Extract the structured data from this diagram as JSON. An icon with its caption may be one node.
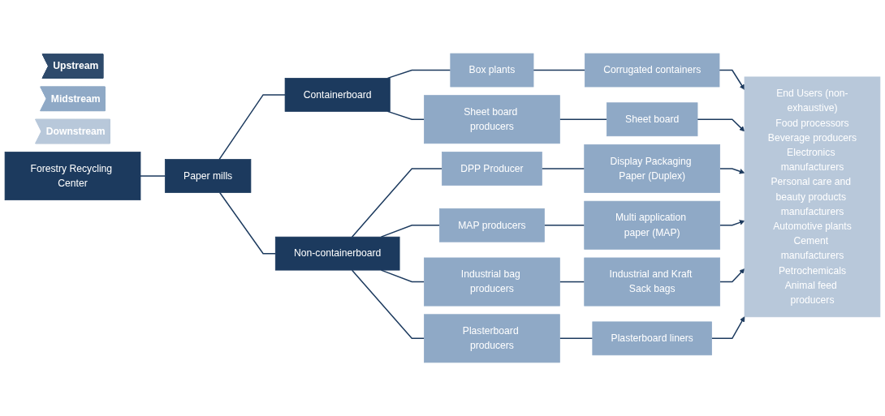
{
  "diagram": {
    "nodes": [
      {
        "text": [
          "Upstream"
        ]
      },
      {
        "text": [
          "Midstream"
        ]
      },
      {
        "text": [
          "Downstream"
        ]
      },
      {
        "text": [
          "Forestry Recycling Center"
        ]
      },
      {
        "text": [
          "Paper mills"
        ]
      },
      {
        "text": [
          "Containerboard"
        ]
      },
      {
        "text": [
          "Non-containerboard"
        ]
      },
      {
        "text": [
          "Box plants"
        ]
      },
      {
        "text": [
          "Sheet board producers"
        ]
      },
      {
        "text": [
          "DPP Producer"
        ]
      },
      {
        "text": [
          "MAP producers"
        ]
      },
      {
        "text": [
          "Industrial bag producers"
        ]
      },
      {
        "text": [
          "Plasterboard producers"
        ]
      },
      {
        "text": [
          "Corrugated containers"
        ]
      },
      {
        "text": [
          "Sheet board"
        ]
      },
      {
        "text": [
          "Display Packaging Paper (Duplex)"
        ]
      },
      {
        "text": [
          "Multi application paper (MAP)"
        ]
      },
      {
        "text": [
          "Industrial and Kraft Sack bags"
        ]
      },
      {
        "text": [
          "Plasterboard liners"
        ]
      },
      {
        "text": [
          "End Users (non-exhaustive)",
          "Food processors",
          "Beverage producers",
          "Electronics manufacturers",
          "Personal care and beauty products manufacturers",
          "Automotive plants",
          "Cement manufacturers",
          "Petrochemicals",
          "Animal feed producers"
        ]
      }
    ],
    "edges": [
      {
        "from": 3,
        "to": 4,
        "arrow": "none"
      },
      {
        "from": 4,
        "to": 5,
        "arrow": "none"
      },
      {
        "from": 4,
        "to": 6,
        "arrow": "none"
      },
      {
        "from": 5,
        "to": 7,
        "arrow": "none"
      },
      {
        "from": 5,
        "to": 8,
        "arrow": "none"
      },
      {
        "from": 6,
        "to": 9,
        "arrow": "none"
      },
      {
        "from": 6,
        "to": 10,
        "arrow": "none"
      },
      {
        "from": 6,
        "to": 11,
        "arrow": "none"
      },
      {
        "from": 6,
        "to": 12,
        "arrow": "none"
      },
      {
        "from": 7,
        "to": 13,
        "arrow": "none"
      },
      {
        "from": 8,
        "to": 14,
        "arrow": "none"
      },
      {
        "from": 9,
        "to": 15,
        "arrow": "none"
      },
      {
        "from": 10,
        "to": 16,
        "arrow": "none"
      },
      {
        "from": 11,
        "to": 17,
        "arrow": "none"
      },
      {
        "from": 12,
        "to": 18,
        "arrow": "none"
      },
      {
        "from": 13,
        "to": 19,
        "arrow": "to"
      },
      {
        "from": 14,
        "to": 19,
        "arrow": "to"
      },
      {
        "from": 15,
        "to": 19,
        "arrow": "to"
      },
      {
        "from": 16,
        "to": 19,
        "arrow": "to"
      },
      {
        "from": 17,
        "to": 19,
        "arrow": "to"
      },
      {
        "from": 18,
        "to": 19,
        "arrow": "to"
      }
    ]
  }
}
